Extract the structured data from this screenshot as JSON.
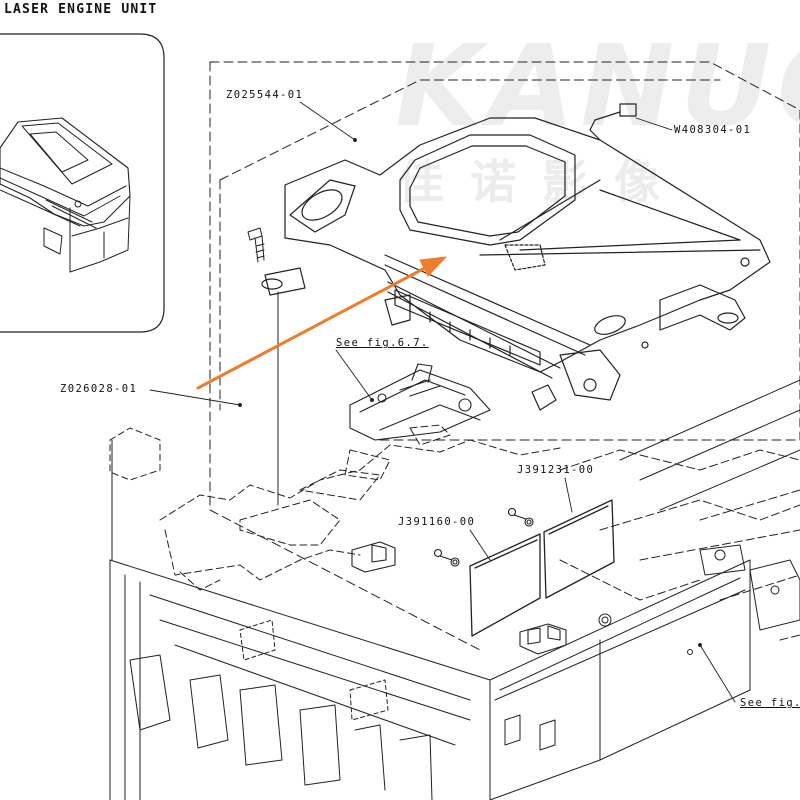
{
  "title": "LASER ENGINE UNIT",
  "watermark": {
    "latin": "KANUO",
    "cjk": "佳诺影像"
  },
  "callouts": {
    "laser_unit": "Z025544-01",
    "cable": "W408304-01",
    "bracket": "Z026028-01",
    "see_fig_67": "See fig.6.7.",
    "board_right": "J391231-00",
    "board_left": "J391160-00",
    "see_fig_edge": "See fig."
  },
  "colors": {
    "line": "#222222",
    "arrow": "#f07c2a",
    "watermark": "#c8c8c8"
  },
  "icons": [
    "screw-icon",
    "arrow-icon"
  ]
}
